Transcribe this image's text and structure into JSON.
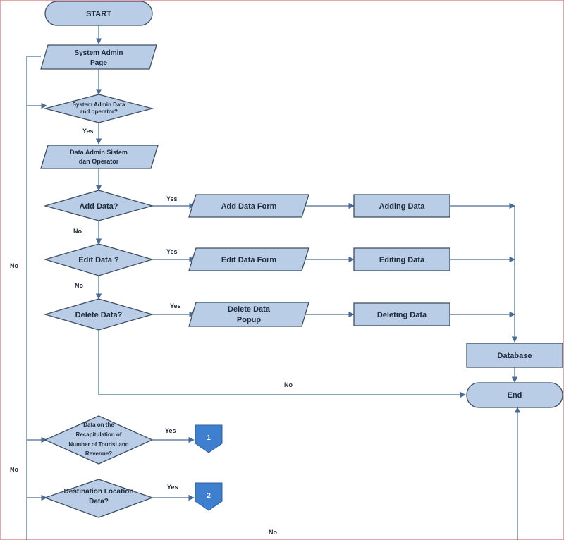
{
  "nodes": {
    "start": "START",
    "system_admin_page": [
      "System Admin",
      "Page"
    ],
    "system_admin_data_q": [
      "System Admin Data",
      "and operator?"
    ],
    "data_admin_sistem": [
      "Data Admin Sistem",
      "dan Operator"
    ],
    "add_data_q": "Add Data?",
    "edit_data_q": "Edit Data ?",
    "delete_data_q": "Delete Data?",
    "add_data_form": "Add Data Form",
    "edit_data_form": "Edit Data Form",
    "delete_data_popup": [
      "Delete Data",
      "Popup"
    ],
    "adding_data": "Adding Data",
    "editing_data": "Editing Data",
    "deleting_data": "Deleting Data",
    "database": "Database",
    "end": "End",
    "recap_q": [
      "Data on the",
      "Recapitulation of",
      "Number of Tourist and",
      "Revenue?"
    ],
    "destination_q": [
      "Destination Location",
      "Data?"
    ],
    "connector_1": "1",
    "connector_2": "2"
  },
  "labels": {
    "yes": "Yes",
    "no": "No"
  }
}
